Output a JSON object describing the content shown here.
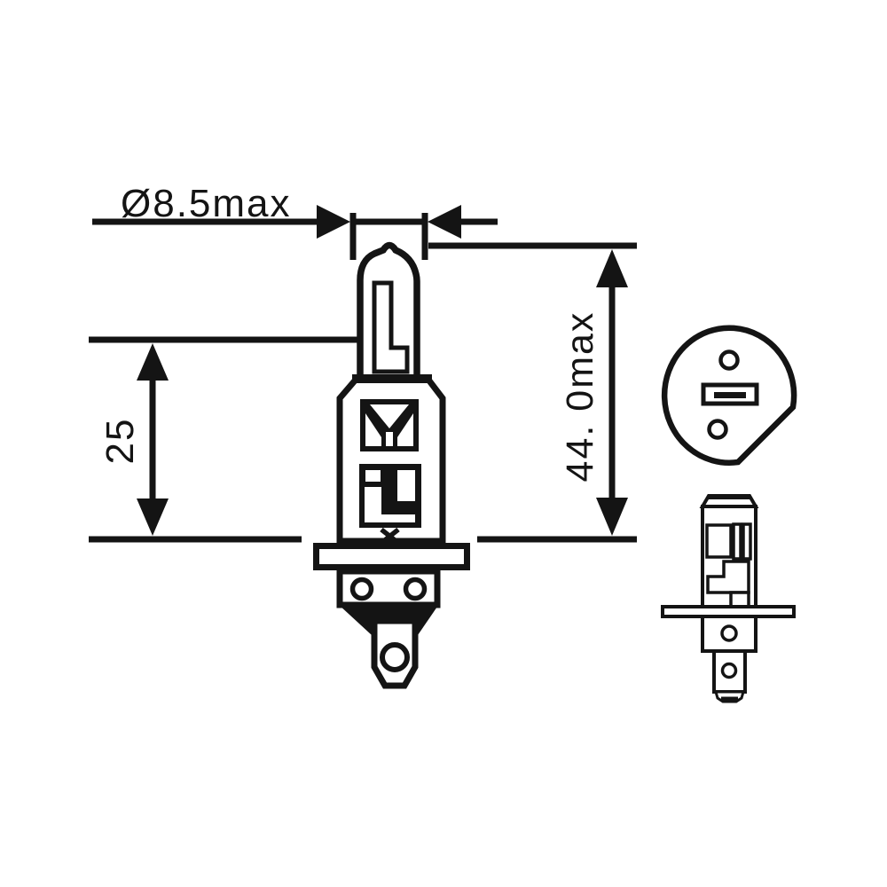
{
  "drawing": {
    "background_color": "#ffffff",
    "line_color": "#141414",
    "dimensions": {
      "bulb_diameter_label": "Ø8.5max",
      "light_center_length_label": "25",
      "overall_length_label": "44. 0max"
    }
  }
}
